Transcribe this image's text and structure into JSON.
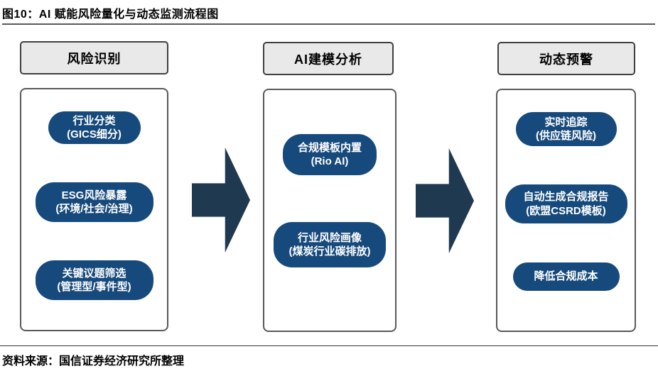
{
  "title": "图10：AI 赋能风险量化与动态监测流程图",
  "source": "资料来源：国信证券经济研究所整理",
  "colors": {
    "pill": "#174a7c",
    "arrow": "#1f3a50",
    "header_bg": "#e9e9e9",
    "border": "#404040",
    "border2": "#595959",
    "rule": "#58595b"
  },
  "columns": [
    {
      "header": "风险识别",
      "items": [
        {
          "line1": "行业分类",
          "line2": "(GICS细分)"
        },
        {
          "line1": "ESG风险暴露",
          "line2": "(环境/社会/治理)"
        },
        {
          "line1": "关键议题筛选",
          "line2": "(管理型/事件型)"
        }
      ]
    },
    {
      "header": "AI建模分析",
      "items": [
        {
          "line1": "合规模板内置",
          "line2": "(Rio AI)"
        },
        {
          "line1": "行业风险画像",
          "line2": "(煤炭行业碳排放)"
        }
      ]
    },
    {
      "header": "动态预警",
      "items": [
        {
          "line1": "实时追踪",
          "line2": "(供应链风险)"
        },
        {
          "line1": "自动生成合规报告",
          "line2": "(欧盟CSRD模板)"
        },
        {
          "line1": "降低合规成本",
          "line2": ""
        }
      ]
    }
  ]
}
